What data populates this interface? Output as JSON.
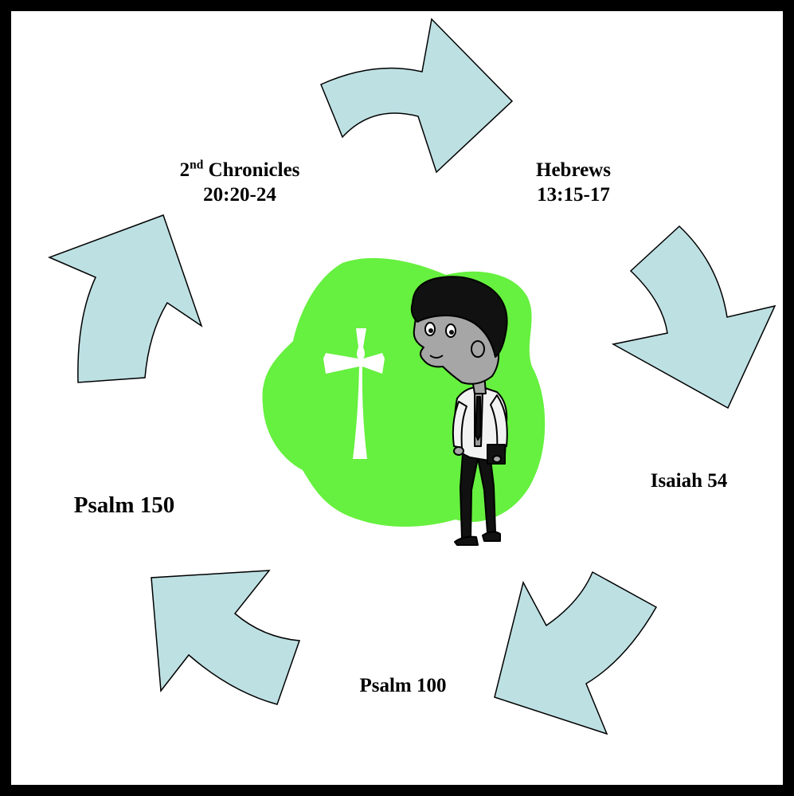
{
  "colors": {
    "border": "#000000",
    "background": "#ffffff",
    "arrow_fill": "#bde0e3",
    "arrow_stroke": "#000000",
    "blob_fill": "#66f03f",
    "cross_fill": "#ffffff"
  },
  "labels": {
    "chronicles": {
      "base": "2",
      "sup": "nd",
      "rest": " Chronicles",
      "ref": "20:20-24"
    },
    "hebrews": {
      "line1": "Hebrews",
      "line2": "13:15-17"
    },
    "isaiah": "Isaiah 54",
    "psalm100": "Psalm 100",
    "psalm150": "Psalm 150"
  },
  "arrows": [
    {
      "name": "arrow-top",
      "direction": "right"
    },
    {
      "name": "arrow-right",
      "direction": "down"
    },
    {
      "name": "arrow-bottom-right",
      "direction": "down-left"
    },
    {
      "name": "arrow-bottom-left",
      "direction": "up-left"
    },
    {
      "name": "arrow-left",
      "direction": "up"
    }
  ],
  "center_image": {
    "figure": "man-walking-with-bible",
    "symbol": "cross-icon"
  }
}
